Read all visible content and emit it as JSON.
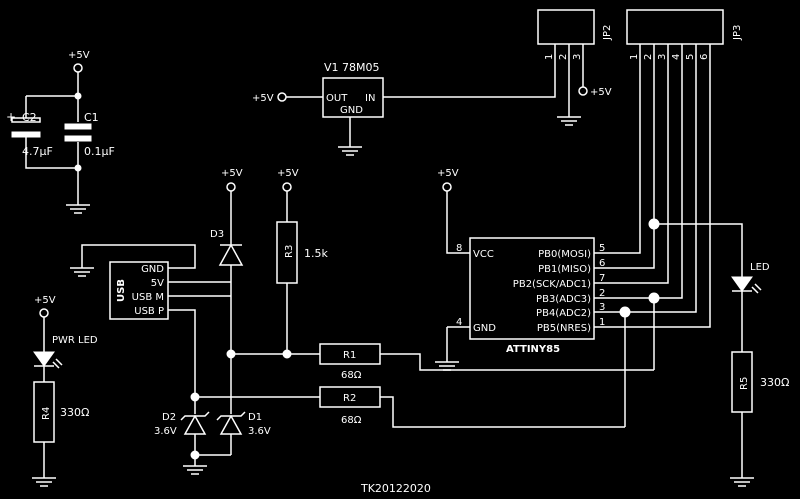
{
  "power_label": "+5V",
  "regulator": {
    "name": "V1 78M05",
    "out": "OUT",
    "in": "IN",
    "gnd": "GND"
  },
  "capacitors": {
    "c2": {
      "name": "C2",
      "value": "4.7µF",
      "plus": "+"
    },
    "c1": {
      "name": "C1",
      "value": "0.1µF"
    }
  },
  "jp2": {
    "name": "JP2",
    "pins": [
      "1",
      "2",
      "3"
    ]
  },
  "jp3": {
    "name": "JP3",
    "pins": [
      "1",
      "2",
      "3",
      "4",
      "5",
      "6"
    ]
  },
  "usb": {
    "title": "USB",
    "pins": [
      "GND",
      "5V",
      "USB M",
      "USB P"
    ]
  },
  "mcu": {
    "name": "ATTINY85",
    "vcc": "VCC",
    "vcc_pin": "8",
    "gnd": "GND",
    "gnd_pin": "4",
    "right_pins": [
      {
        "label": "PB0(MOSI)",
        "num": "5"
      },
      {
        "label": "PB1(MISO)",
        "num": "6"
      },
      {
        "label": "PB2(SCK/ADC1)",
        "num": "7"
      },
      {
        "label": "PB3(ADC3)",
        "num": "2"
      },
      {
        "label": "PB4(ADC2)",
        "num": "3"
      },
      {
        "label": "PB5(NRES)",
        "num": "1"
      }
    ]
  },
  "resistors": {
    "r1": {
      "name": "R1",
      "value": "68Ω"
    },
    "r2": {
      "name": "R2",
      "value": "68Ω"
    },
    "r3": {
      "name": "R3",
      "value": "1.5k"
    },
    "r4": {
      "name": "R4",
      "value": "330Ω"
    },
    "r5": {
      "name": "R5",
      "value": "330Ω"
    }
  },
  "diodes": {
    "d1": {
      "name": "D1",
      "value": "3.6V"
    },
    "d2": {
      "name": "D2",
      "value": "3.6V"
    },
    "d3": {
      "name": "D3"
    }
  },
  "leds": {
    "pwr": "PWR LED",
    "led": "LED"
  },
  "footer": "TK20122020"
}
